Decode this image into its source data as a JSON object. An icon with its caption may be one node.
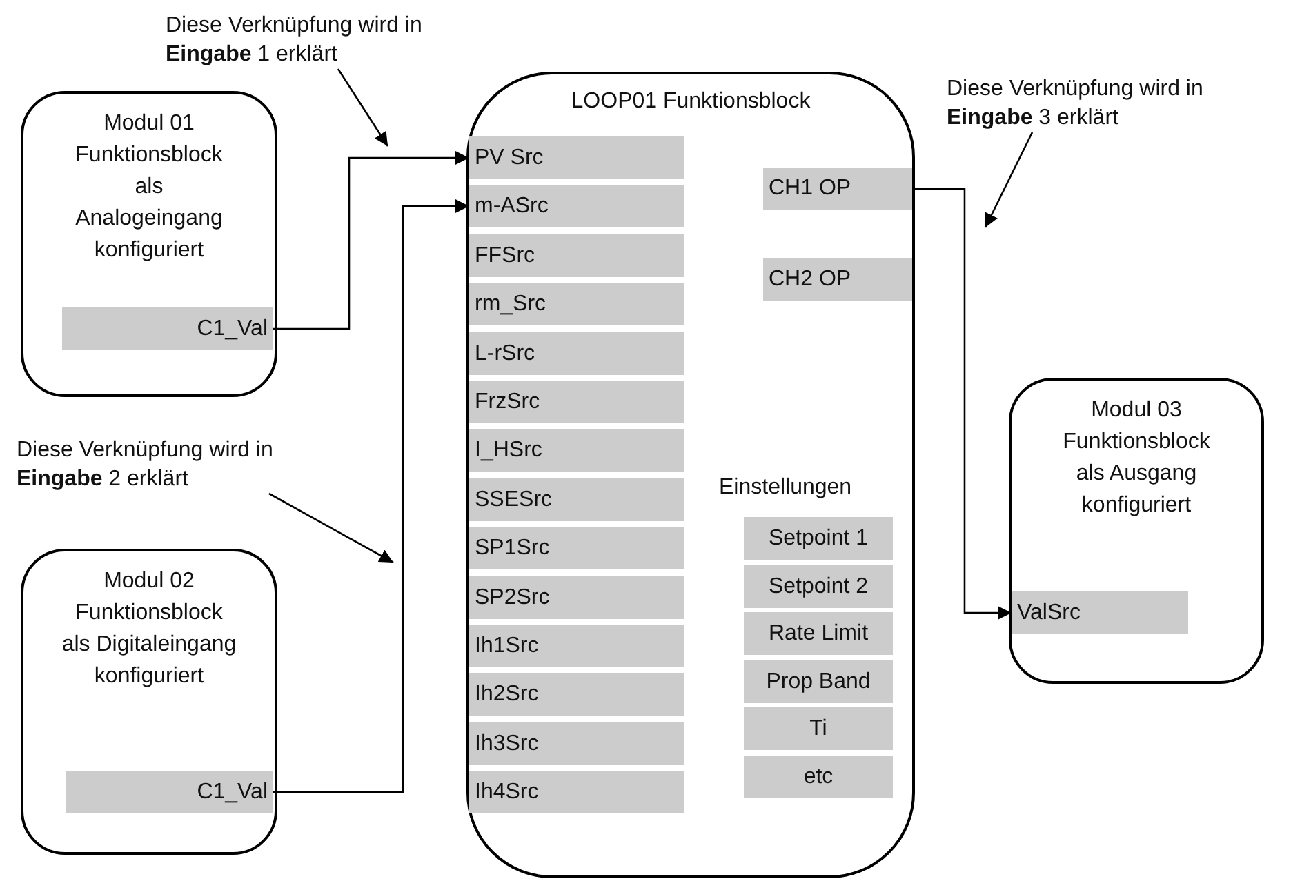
{
  "diagram": {
    "nodes": [
      {
        "text": [
          "Modul 01 Funktionsblock als Analogeingang konfiguriert"
        ]
      },
      {
        "text": [
          "C1_Val"
        ],
        "in": 0
      },
      {
        "text": [
          "Modul 02 Funktionsblock als Digitaleingang konfiguriert"
        ]
      },
      {
        "text": [
          "C1_Val"
        ],
        "in": 2
      },
      {
        "text": [
          "LOOP01 Funktionsblock"
        ]
      },
      {
        "text": [
          "PV Src"
        ],
        "in": 4
      },
      {
        "text": [
          "m-ASrc"
        ],
        "in": 4
      },
      {
        "text": [
          "FFSrc"
        ],
        "in": 4
      },
      {
        "text": [
          "rm_Src"
        ],
        "in": 4
      },
      {
        "text": [
          "L-rSrc"
        ],
        "in": 4
      },
      {
        "text": [
          "FrzSrc"
        ],
        "in": 4
      },
      {
        "text": [
          "I_HSrc"
        ],
        "in": 4
      },
      {
        "text": [
          "SSESrc"
        ],
        "in": 4
      },
      {
        "text": [
          "SP1Src"
        ],
        "in": 4
      },
      {
        "text": [
          "SP2Src"
        ],
        "in": 4
      },
      {
        "text": [
          "Ih1Src"
        ],
        "in": 4
      },
      {
        "text": [
          "Ih2Src"
        ],
        "in": 4
      },
      {
        "text": [
          "Ih3Src"
        ],
        "in": 4
      },
      {
        "text": [
          "Ih4Src"
        ],
        "in": 4
      },
      {
        "text": [
          "CH1 OP"
        ],
        "in": 4
      },
      {
        "text": [
          "CH2 OP"
        ],
        "in": 4
      },
      {
        "text": [
          "Setpoint 1"
        ],
        "in": 4
      },
      {
        "text": [
          "Setpoint 2"
        ],
        "in": 4
      },
      {
        "text": [
          "Rate Limit"
        ],
        "in": 4
      },
      {
        "text": [
          "Prop Band"
        ],
        "in": 4
      },
      {
        "text": [
          "Ti"
        ],
        "in": 4
      },
      {
        "text": [
          "etc"
        ],
        "in": 4
      },
      {
        "text": [
          "Modul 03 Funktionsblock als Ausgang konfiguriert"
        ]
      },
      {
        "text": [
          "ValSrc"
        ],
        "in": 27
      },
      {
        "text": [
          "Diese Verknüpfung wird in **Eingabe** 1 erklärt"
        ]
      },
      {
        "text": [
          "Diese Verknüpfung wird in **Eingabe** 2 erklärt"
        ]
      },
      {
        "text": [
          "Diese Verknüpfung wird in **Eingabe** 3 erklärt"
        ]
      }
    ],
    "edges": [
      {
        "from": 1,
        "to": 5,
        "arrow": "to"
      },
      {
        "from": 3,
        "to": 6,
        "arrow": "to"
      },
      {
        "from": 19,
        "to": 28,
        "arrow": "to"
      },
      {
        "from": 29,
        "to": null,
        "arrow": "to"
      },
      {
        "from": 30,
        "to": null,
        "arrow": "to"
      },
      {
        "from": 31,
        "to": null,
        "arrow": "to"
      }
    ],
    "labels": [
      "Einstellungen"
    ]
  }
}
